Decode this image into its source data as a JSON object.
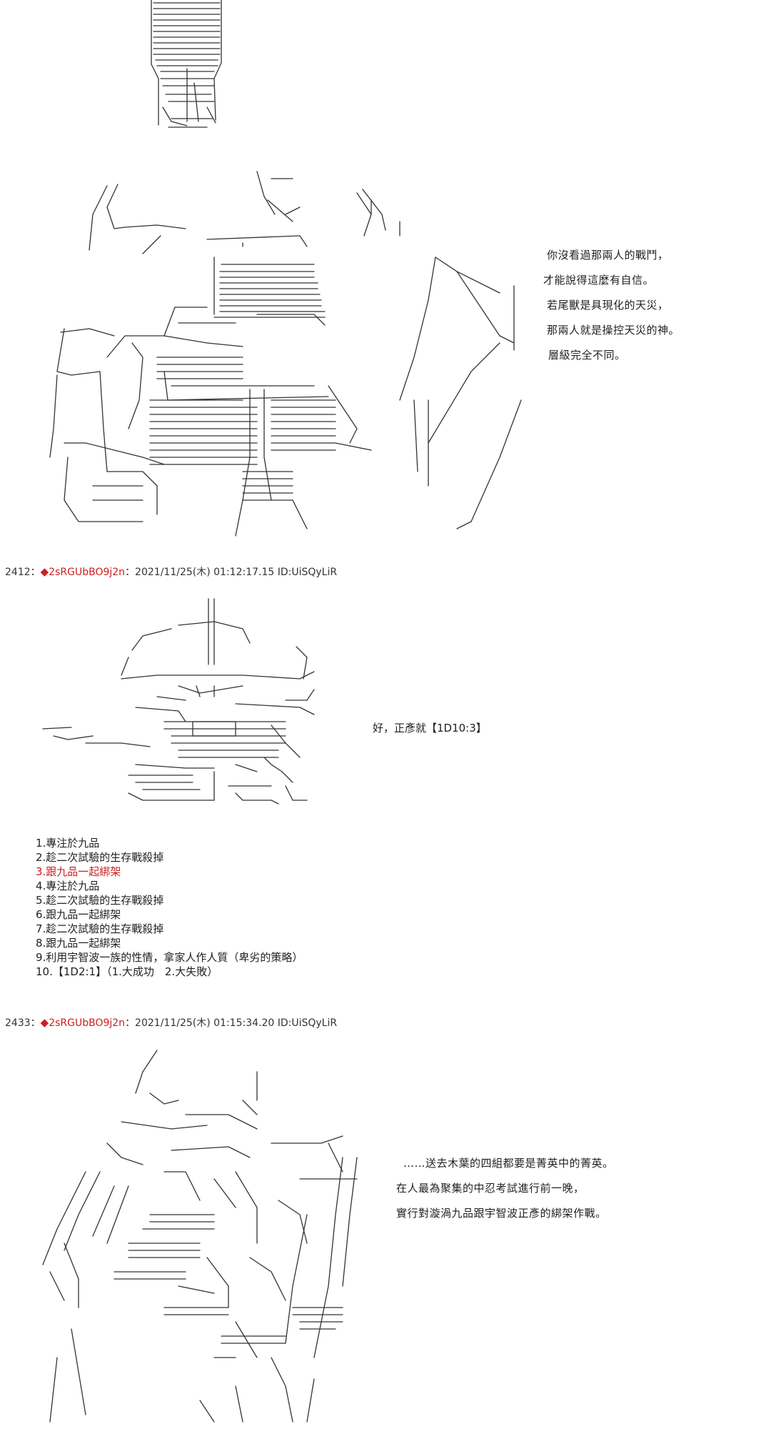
{
  "panel1": {
    "narration": [
      "你沒看過那兩人的戰鬥，",
      "才能說得這麼有自信。",
      "若尾獸是具現化的天災，",
      "那兩人就是操控天災的神。",
      "層級完全不同。"
    ]
  },
  "posts": [
    {
      "number": "2412",
      "separator": "：",
      "diamond": "◆",
      "trip": "2sRGUbBO9j2n",
      "meta": "：2021/11/25(木) 01:12:17.15 ID:UiSQyLiR"
    },
    {
      "number": "2433",
      "separator": "：",
      "diamond": "◆",
      "trip": "2sRGUbBO9j2n",
      "meta": "：2021/11/25(木) 01:15:34.20 ID:UiSQyLiR"
    }
  ],
  "panel2": {
    "roll_text": "好，正彥就【1D10:3】",
    "choices": [
      "1.專注於九品",
      "2.趁二次試驗的生存戰殺掉",
      "3.跟九品一起綁架",
      "4.專注於九品",
      "5.趁二次試驗的生存戰殺掉",
      "6.跟九品一起綁架",
      "7.趁二次試驗的生存戰殺掉",
      "8.跟九品一起綁架",
      "9.利用宇智波一族的性情，拿家人作人質（卑劣的策略）",
      "10.【1D2:1】（1.大成功　2.大失敗）"
    ],
    "highlight_index": 2,
    "highlight_color": "#cc1f1f"
  },
  "panel3": {
    "narration": [
      "……送去木葉的四組都要是菁英中的菁英。",
      "在人最為聚集的中忍考試進行前一晚，",
      "實行對漩渦九品跟宇智波正彥的綁架作戰。"
    ]
  },
  "colors": {
    "background": "#ffffff",
    "text": "#222222",
    "trip": "#cc1f1f"
  }
}
